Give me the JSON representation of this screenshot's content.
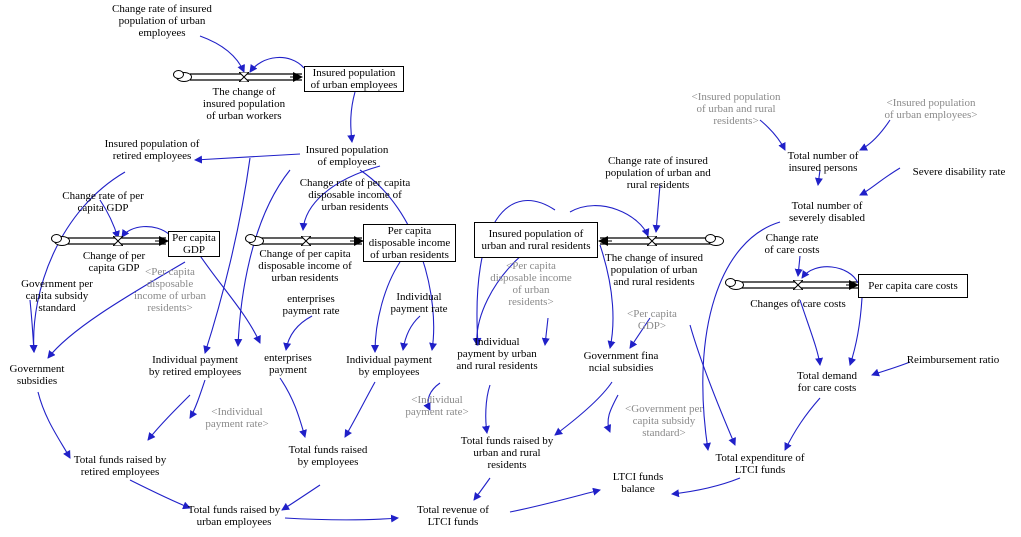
{
  "stocks": {
    "insured_urban_employees": "Insured population\nof urban employees",
    "per_capita_gdp": "Per capita\nGDP",
    "per_capita_disposable_income": "Per capita\ndisposable income\nof urban residents",
    "insured_urban_rural_residents": "Insured population of\nurban and rural residents",
    "per_capita_care_costs": "Per capita care costs"
  },
  "flows": {
    "change_insured_urban_workers": "The change of\ninsured population\nof urban workers",
    "change_per_capita_gdp": "Change of per\ncapita GDP",
    "change_disposable_income": "Change of per capita\ndisposable income of\nurban residents",
    "change_insured_urban_rural": "The change of insured\npopulation of urban\nand rural residents",
    "changes_care_costs": "Changes of care costs"
  },
  "variables": {
    "change_rate_insured_urban_employees": "Change rate of insured\npopulation of urban\nemployees",
    "insured_retired_employees": "Insured population of\nretired employees",
    "insured_employees": "Insured population\nof employees",
    "change_rate_per_capita_gdp": "Change rate of per\ncapita GDP",
    "change_rate_disposable_income": "Change rate of per capita\ndisposable income of\nurban residents",
    "change_rate_insured_urban_rural": "Change rate of insured\npopulation of urban and\nrural residents",
    "total_insured_persons": "Total number of\ninsured persons",
    "severe_disability_rate": "Severe disability rate",
    "total_severely_disabled": "Total number of\nseverely disabled",
    "change_rate_care_costs": "Change rate\nof care costs",
    "gov_subsidy_standard": "Government per\ncapita subsidy\nstandard",
    "enterprises_payment_rate": "enterprises\npayment rate",
    "individual_payment_rate": "Individual\npayment rate",
    "government_subsidies": "Government\nsubsidies",
    "individual_payment_retired": "Individual payment\nby retired employees",
    "enterprises_payment": "enterprises\npayment",
    "individual_payment_employees": "Individual payment\nby employees",
    "individual_payment_urban_rural": "Individual\npayment by urban\nand rural residents",
    "government_financial_subsidies": "Government fina\nncial subsidies",
    "reimbursement_ratio": "Reimbursement ratio",
    "total_demand_care_costs": "Total demand\nfor care costs",
    "total_funds_retired": "Total funds raised by\nretired employees",
    "total_funds_employees": "Total funds raised\nby employees",
    "total_funds_urban_rural": "Total funds raised by\nurban and rural\nresidents",
    "total_expenditure": "Total expenditure of\nLTCI funds",
    "ltci_balance": "LTCI funds\nbalance",
    "total_funds_urban_employees": "Total funds raised by\nurban employees",
    "total_revenue": "Total revenue of\nLTCI funds"
  },
  "shadow_variables": {
    "sh_insured_urban_rural": "<Insured population\nof urban and rural\nresidents>",
    "sh_insured_urban_employees": "<Insured population\nof urban employees>",
    "sh_disp_income_1": "<Per capita\ndisposable\nincome of urban\nresidents>",
    "sh_disp_income_2": "<Per capita\ndisposable income\nof urban\nresidents>",
    "sh_per_capita_gdp": "<Per capita\nGDP>",
    "sh_individual_payment_rate_1": "<Individual\npayment rate>",
    "sh_individual_payment_rate_2": "<Individual\npayment rate>",
    "sh_gov_subsidy_standard": "<Government per\ncapita subsidy\nstandard>"
  },
  "colors": {
    "link": "#2020c8",
    "flow_pipe": "#000000",
    "shadow_text": "#8a8a8a"
  }
}
